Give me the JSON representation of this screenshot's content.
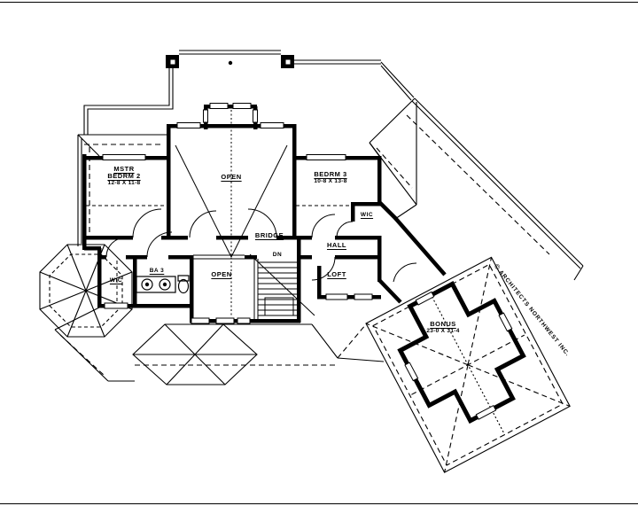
{
  "page": {
    "background": "#ffffff",
    "line_color": "#000000"
  },
  "plan": {
    "rooms": [
      {
        "id": "master",
        "name_lines": [
          "MSTR",
          "BEDRM 2"
        ],
        "dims": "12-8 X 11-8"
      },
      {
        "id": "open_upper",
        "name_lines": [
          "OPEN"
        ],
        "dims": ""
      },
      {
        "id": "bedroom3",
        "name_lines": [
          "BEDRM 3"
        ],
        "dims": "10-8 X 13-8"
      },
      {
        "id": "wic_right",
        "name_lines": [
          "WIC"
        ],
        "dims": ""
      },
      {
        "id": "bridge",
        "name_lines": [
          "BRIDGE"
        ],
        "dims": ""
      },
      {
        "id": "hall",
        "name_lines": [
          "HALL"
        ],
        "dims": ""
      },
      {
        "id": "open_lower",
        "name_lines": [
          "OPEN"
        ],
        "dims": ""
      },
      {
        "id": "loft",
        "name_lines": [
          "LOFT"
        ],
        "dims": ""
      },
      {
        "id": "wic_left",
        "name_lines": [
          "WIC"
        ],
        "dims": ""
      },
      {
        "id": "bath3",
        "name_lines": [
          "BA 3"
        ],
        "dims": ""
      },
      {
        "id": "bonus",
        "name_lines": [
          "BONUS"
        ],
        "dims": "23-0 X 31-4"
      }
    ],
    "stair_label": "DN",
    "copyright": {
      "symbol": "©",
      "text": "ARCHITECTS NORTHWEST INC."
    }
  }
}
